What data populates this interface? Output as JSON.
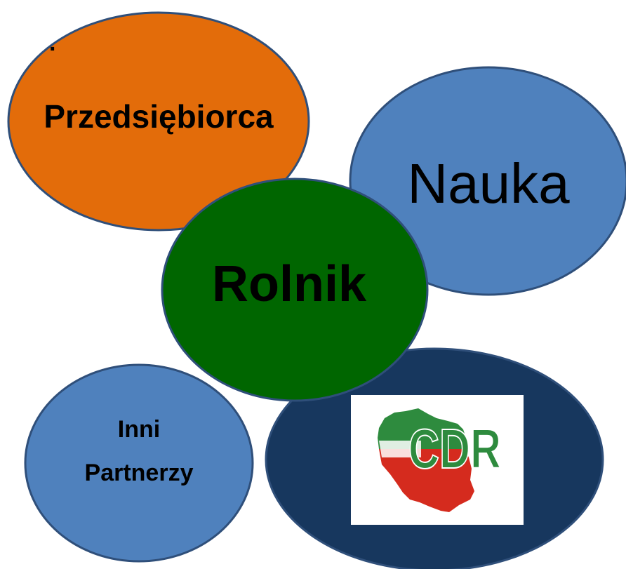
{
  "nodes": {
    "przedsiebiorca": {
      "label": "Przedsiębiorca",
      "color": "#E36C0A"
    },
    "nauka": {
      "label": "Nauka",
      "color": "#4F81BD"
    },
    "rolnik": {
      "label": "Rolnik",
      "color": "#006600"
    },
    "inni_partnerzy": {
      "label_line1": "Inni",
      "label_line2": "Partnerzy",
      "color": "#4F81BD"
    },
    "cdr": {
      "logo_text": "CDR",
      "color": "#17375E",
      "logo_colors": {
        "green": "#2E8B3E",
        "red": "#D52B1E",
        "white": "#FFFFFF"
      }
    }
  },
  "stray_mark": "."
}
